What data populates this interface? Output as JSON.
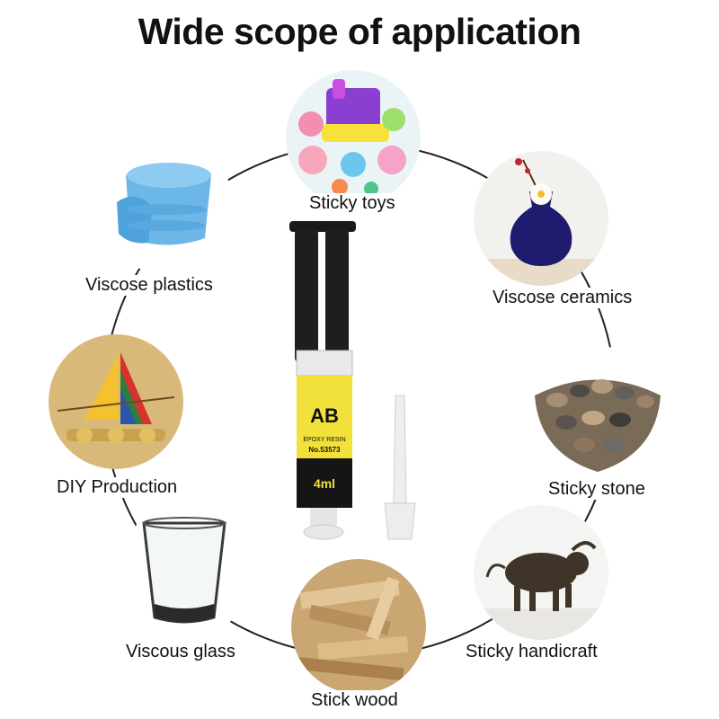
{
  "title": "Wide scope of application",
  "items": [
    {
      "label": "Sticky toys",
      "icon": "toys-image"
    },
    {
      "label": "Viscose ceramics",
      "icon": "vase-image"
    },
    {
      "label": "Sticky stone",
      "icon": "stones-image"
    },
    {
      "label": "Sticky handicraft",
      "icon": "bull-statue-image"
    },
    {
      "label": "Stick wood",
      "icon": "wood-pieces-image"
    },
    {
      "label": "Viscous glass",
      "icon": "glass-image"
    },
    {
      "label": "DIY Production",
      "icon": "sailboat-model-image"
    },
    {
      "label": "Viscose plastics",
      "icon": "plastic-bowls-image"
    }
  ],
  "product": {
    "label": "AB",
    "line1": "EPOXY RESIN",
    "line2": "No.53573",
    "volume": "4ml",
    "icon": "syringe-image"
  },
  "colors": {
    "accent": "#f2e13a",
    "dark": "#1a1a1a"
  }
}
